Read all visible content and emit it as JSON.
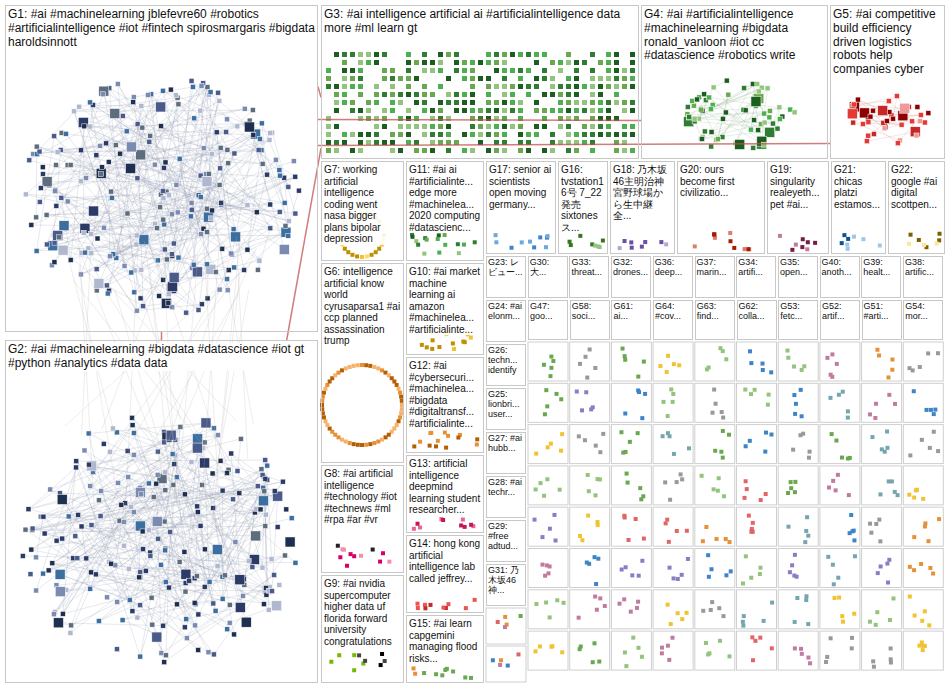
{
  "diagram": {
    "nodes": [
      {
        "text": [
          "G1: #ai #machinelearning jblefevre60 #robotics #artificialintelligence #iot #fintech spirosmargaris #bigdata haroldsinnott"
        ]
      },
      {
        "text": [
          "G3: #ai intelligence artificial ai #artificialintelligence data more #ml learn gt"
        ]
      },
      {
        "text": [
          "G4: #ai #artificialintelligence #machinelearning #bigdata ronald_vanloon #iot cc #datascience #robotics write"
        ]
      },
      {
        "text": [
          "G5: #ai competitive build efficiency driven logistics robots help companies cyber"
        ]
      },
      {
        "text": [
          "G7: working artificial intelligence coding went nasa bigger plans bipolar depression"
        ]
      },
      {
        "text": [
          "G11: #ai ai #artificialinte... edge more #machinelea... 2020 computing #datascienc..."
        ]
      },
      {
        "text": [
          "G17: senior ai scientists open moving germany..."
        ]
      },
      {
        "text": [
          "G16: tvstation16号 7_22発売 sixtones ス..."
        ]
      },
      {
        "text": [
          "G18: 乃木坂46主明治神宮野球場から生中継 全..."
        ]
      },
      {
        "text": [
          "G20: ours become first civilizatio..."
        ]
      },
      {
        "text": [
          "G19: singularity realeyeth... pet #ai..."
        ]
      },
      {
        "text": [
          "G21: chicas platzi estamos..."
        ]
      },
      {
        "text": [
          "G22: google #ai digital scottpen..."
        ]
      },
      {
        "text": [
          "G6: intelligence artificial know world cyrusaparsa1 #ai ccp planned assassination trump"
        ]
      },
      {
        "text": [
          "G10: #ai market machine learning ai amazon #machinelea... #artificialinte..."
        ]
      },
      {
        "text": [
          "G23: レビュー..."
        ]
      },
      {
        "text": [
          "G30: 大..."
        ]
      },
      {
        "text": [
          "G33: threat..."
        ]
      },
      {
        "text": [
          "G32: drones..."
        ]
      },
      {
        "text": [
          "G36: deep..."
        ]
      },
      {
        "text": [
          "G37: marin..."
        ]
      },
      {
        "text": [
          "G34: artifi..."
        ]
      },
      {
        "text": [
          "G35: open..."
        ]
      },
      {
        "text": [
          "G40: anoth..."
        ]
      },
      {
        "text": [
          "G39: healt..."
        ]
      },
      {
        "text": [
          "G38: artific..."
        ]
      },
      {
        "text": [
          "G24: #ai elonm..."
        ]
      },
      {
        "text": [
          "G47: goo..."
        ]
      },
      {
        "text": [
          "G58: soci..."
        ]
      },
      {
        "text": [
          "G61: ai..."
        ]
      },
      {
        "text": [
          "G64: #cov..."
        ]
      },
      {
        "text": [
          "G63: find..."
        ]
      },
      {
        "text": [
          "G62: colla..."
        ]
      },
      {
        "text": [
          "G53: fetc..."
        ]
      },
      {
        "text": [
          "G52: artif..."
        ]
      },
      {
        "text": [
          "G51: #arti..."
        ]
      },
      {
        "text": [
          "G54: mor..."
        ]
      },
      {
        "text": [
          "G12: #ai #cybersecuri... #machinelea... #bigdata #digitaltransf... #artificialinte..."
        ]
      },
      {
        "text": [
          "G26: techn... identify"
        ]
      },
      {
        "text": [
          "G25: lionbri... user..."
        ]
      },
      {
        "text": [
          "G13: artificial intelligence deepmind learning student researcher..."
        ]
      },
      {
        "text": [
          "G27: #ai hubb..."
        ]
      },
      {
        "text": [
          "G28: #ai techr..."
        ]
      },
      {
        "text": [
          "G14: hong kong artificial intelligence lab called jeffrey..."
        ]
      },
      {
        "text": [
          "G29: #free adtud..."
        ]
      },
      {
        "text": [
          "G31: 乃木坂46 神..."
        ]
      },
      {
        "text": [
          "G2: #ai #machinelearning #bigdata #datascience #iot gt #python #analytics #data data"
        ]
      },
      {
        "text": [
          "G8: #ai artificial intelligence #technology #iot #technews #ml #rpa #ar #vr"
        ]
      },
      {
        "text": [
          "G9: #ai nvidia supercomputer higher data uf florida forward university congratulations"
        ]
      },
      {
        "text": [
          "G15: #ai learn capgemini managing flood risks..."
        ]
      }
    ],
    "edges": [
      {
        "from": 0,
        "to": 46,
        "arrow": "none"
      },
      {
        "from": 0,
        "to": 1,
        "arrow": "none"
      },
      {
        "from": 0,
        "to": 2,
        "arrow": "none"
      },
      {
        "from": 0,
        "to": 3,
        "arrow": "none"
      },
      {
        "from": 46,
        "to": 1,
        "arrow": "none"
      }
    ]
  }
}
